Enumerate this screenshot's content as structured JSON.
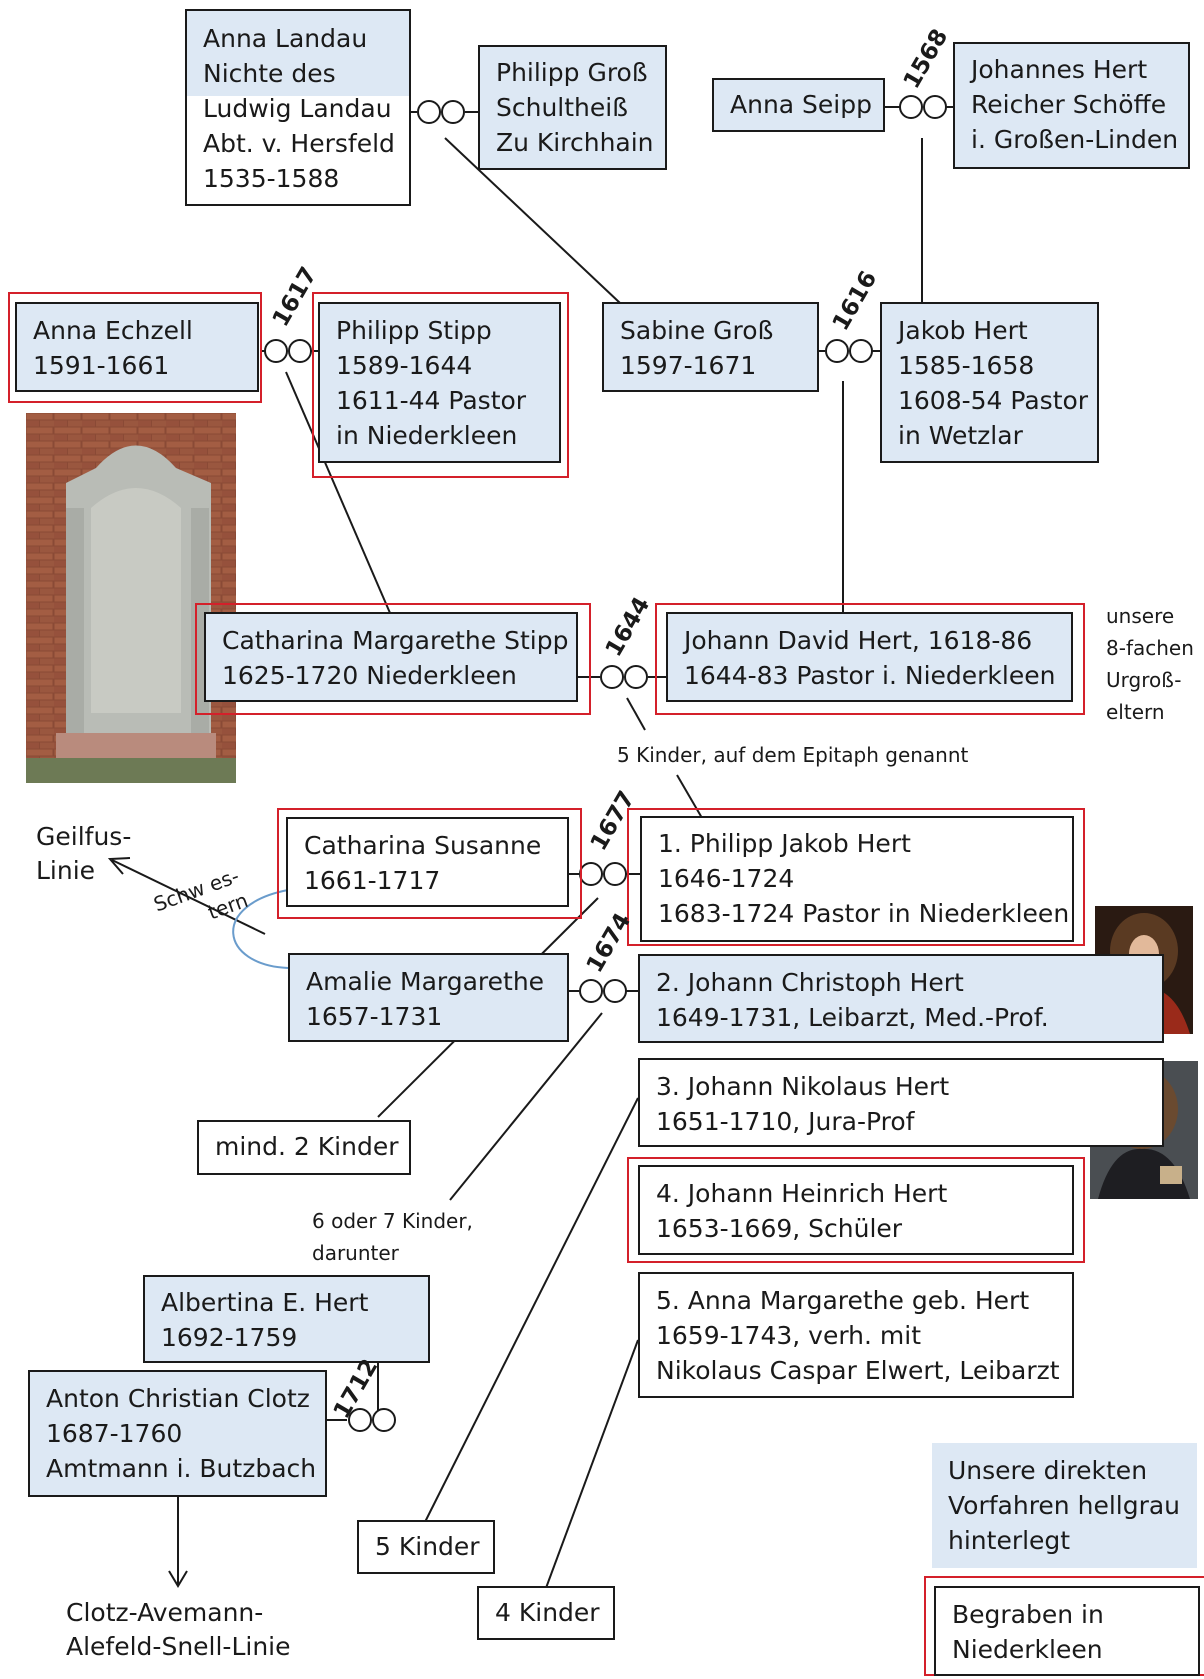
{
  "persons": {
    "anna_landau": [
      "Anna Landau",
      "Nichte des",
      "Ludwig Landau",
      "Abt. v. Hersfeld",
      "1535-1588"
    ],
    "philipp_gross": [
      "Philipp Groß",
      "Schultheiß",
      "Zu Kirchhain"
    ],
    "anna_seipp": [
      "Anna Seipp"
    ],
    "johannes_hert": [
      "Johannes Hert",
      "Reicher Schöffe",
      "i. Großen-Linden"
    ],
    "anna_echzell": [
      "Anna Echzell",
      "1591-1661"
    ],
    "philipp_stipp": [
      "Philipp Stipp",
      "1589-1644",
      "1611-44 Pastor",
      "in Niederkleen"
    ],
    "sabine_gross": [
      "Sabine Groß",
      "1597-1671"
    ],
    "jakob_hert": [
      "Jakob Hert",
      "1585-1658",
      "1608-54 Pastor",
      "in Wetzlar"
    ],
    "catharina_margarethe_stipp": [
      "Catharina Margarethe Stipp",
      "1625-1720 Niederkleen"
    ],
    "johann_david_hert": [
      "Johann David Hert, 1618-86",
      "1644-83 Pastor i. Niederkleen"
    ],
    "catharina_susanne": [
      "Catharina Susanne",
      "1661-1717"
    ],
    "philipp_jakob_hert": [
      "1. Philipp Jakob Hert",
      "1646-1724",
      "1683-1724 Pastor in Niederkleen"
    ],
    "amalie_margarethe": [
      "Amalie Margarethe",
      "1657-1731"
    ],
    "johann_christoph_hert": [
      "2. Johann Christoph Hert",
      "1649-1731, Leibarzt, Med.-Prof."
    ],
    "johann_nikolaus_hert": [
      "3. Johann Nikolaus Hert",
      "1651-1710, Jura-Prof"
    ],
    "johann_heinrich_hert": [
      "4. Johann Heinrich Hert",
      "1653-1669, Schüler"
    ],
    "anna_margarethe_hert": [
      "5. Anna Margarethe geb. Hert",
      "1659-1743, verh. mit",
      "Nikolaus Caspar Elwert, Leibarzt"
    ],
    "albertina_hert": [
      "Albertina E. Hert",
      "1692-1759"
    ],
    "anton_clotz": [
      "Anton Christian Clotz",
      "1687-1760",
      "Amtmann i. Butzbach"
    ],
    "mind_2_kinder": [
      "mind. 2 Kinder"
    ],
    "kinder_5": [
      "5 Kinder"
    ],
    "kinder_4": [
      "4 Kinder"
    ]
  },
  "marriage_years": {
    "m1568": "1568",
    "m1617": "1617",
    "m1616": "1616",
    "m1644": "1644",
    "m1677": "1677",
    "m1674": "1674",
    "m1712": "1712"
  },
  "notes": {
    "urgrosseltern": [
      "unsere",
      "8-fachen",
      "Urgroß-",
      "eltern"
    ],
    "epitaph": "5 Kinder, auf dem Epitaph genannt",
    "six_seven": [
      "6 oder 7 Kinder,",
      "darunter"
    ],
    "geilfus": [
      "Geilfus-",
      "Linie"
    ],
    "schwestern": [
      "Schw es-",
      "tern"
    ],
    "clotz_linie": [
      "Clotz-Avemann-",
      "Alefeld-Snell-Linie"
    ]
  },
  "legend": {
    "grey_background": [
      "Unsere direkten",
      "Vorfahren hellgrau",
      "hinterlegt"
    ],
    "red_frame": [
      "Begraben in",
      "Niederkleen"
    ]
  },
  "colors": {
    "ancestor_fill": "#dde8f4",
    "burial_frame": "#d4202a",
    "line": "#1a1a1a",
    "sister_arc": "#6a9ccc"
  }
}
